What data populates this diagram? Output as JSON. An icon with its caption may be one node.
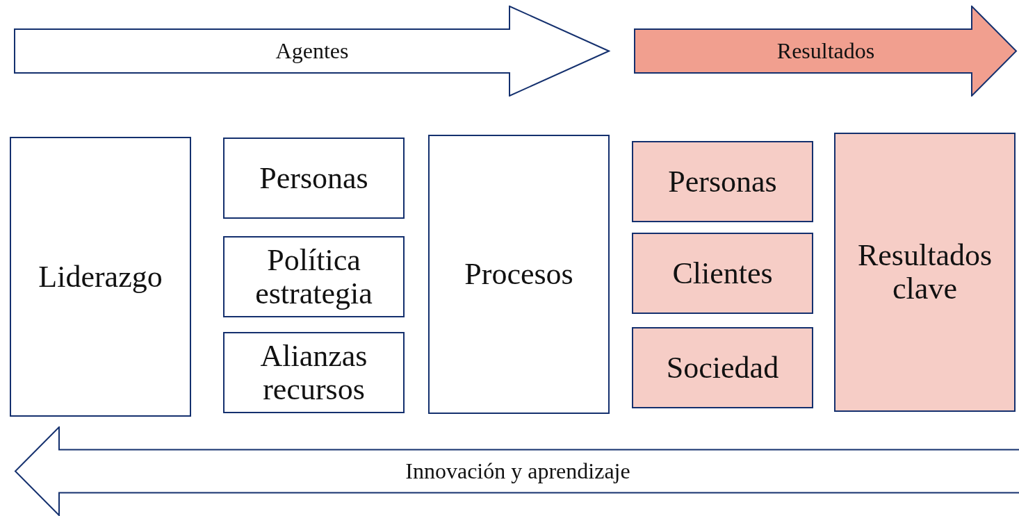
{
  "diagram": {
    "nodes": [
      {
        "text": [
          "Agentes"
        ]
      },
      {
        "text": [
          "Resultados"
        ]
      },
      {
        "text": [
          "Liderazgo"
        ]
      },
      {
        "text": [
          "Personas"
        ]
      },
      {
        "text": [
          "Política estrategia"
        ]
      },
      {
        "text": [
          "Alianzas recursos"
        ]
      },
      {
        "text": [
          "Procesos"
        ]
      },
      {
        "text": [
          "Personas"
        ]
      },
      {
        "text": [
          "Clientes"
        ]
      },
      {
        "text": [
          "Sociedad"
        ]
      },
      {
        "text": [
          "Resultados clave"
        ]
      },
      {
        "text": [
          "Innovación y aprendizaje"
        ]
      }
    ]
  }
}
